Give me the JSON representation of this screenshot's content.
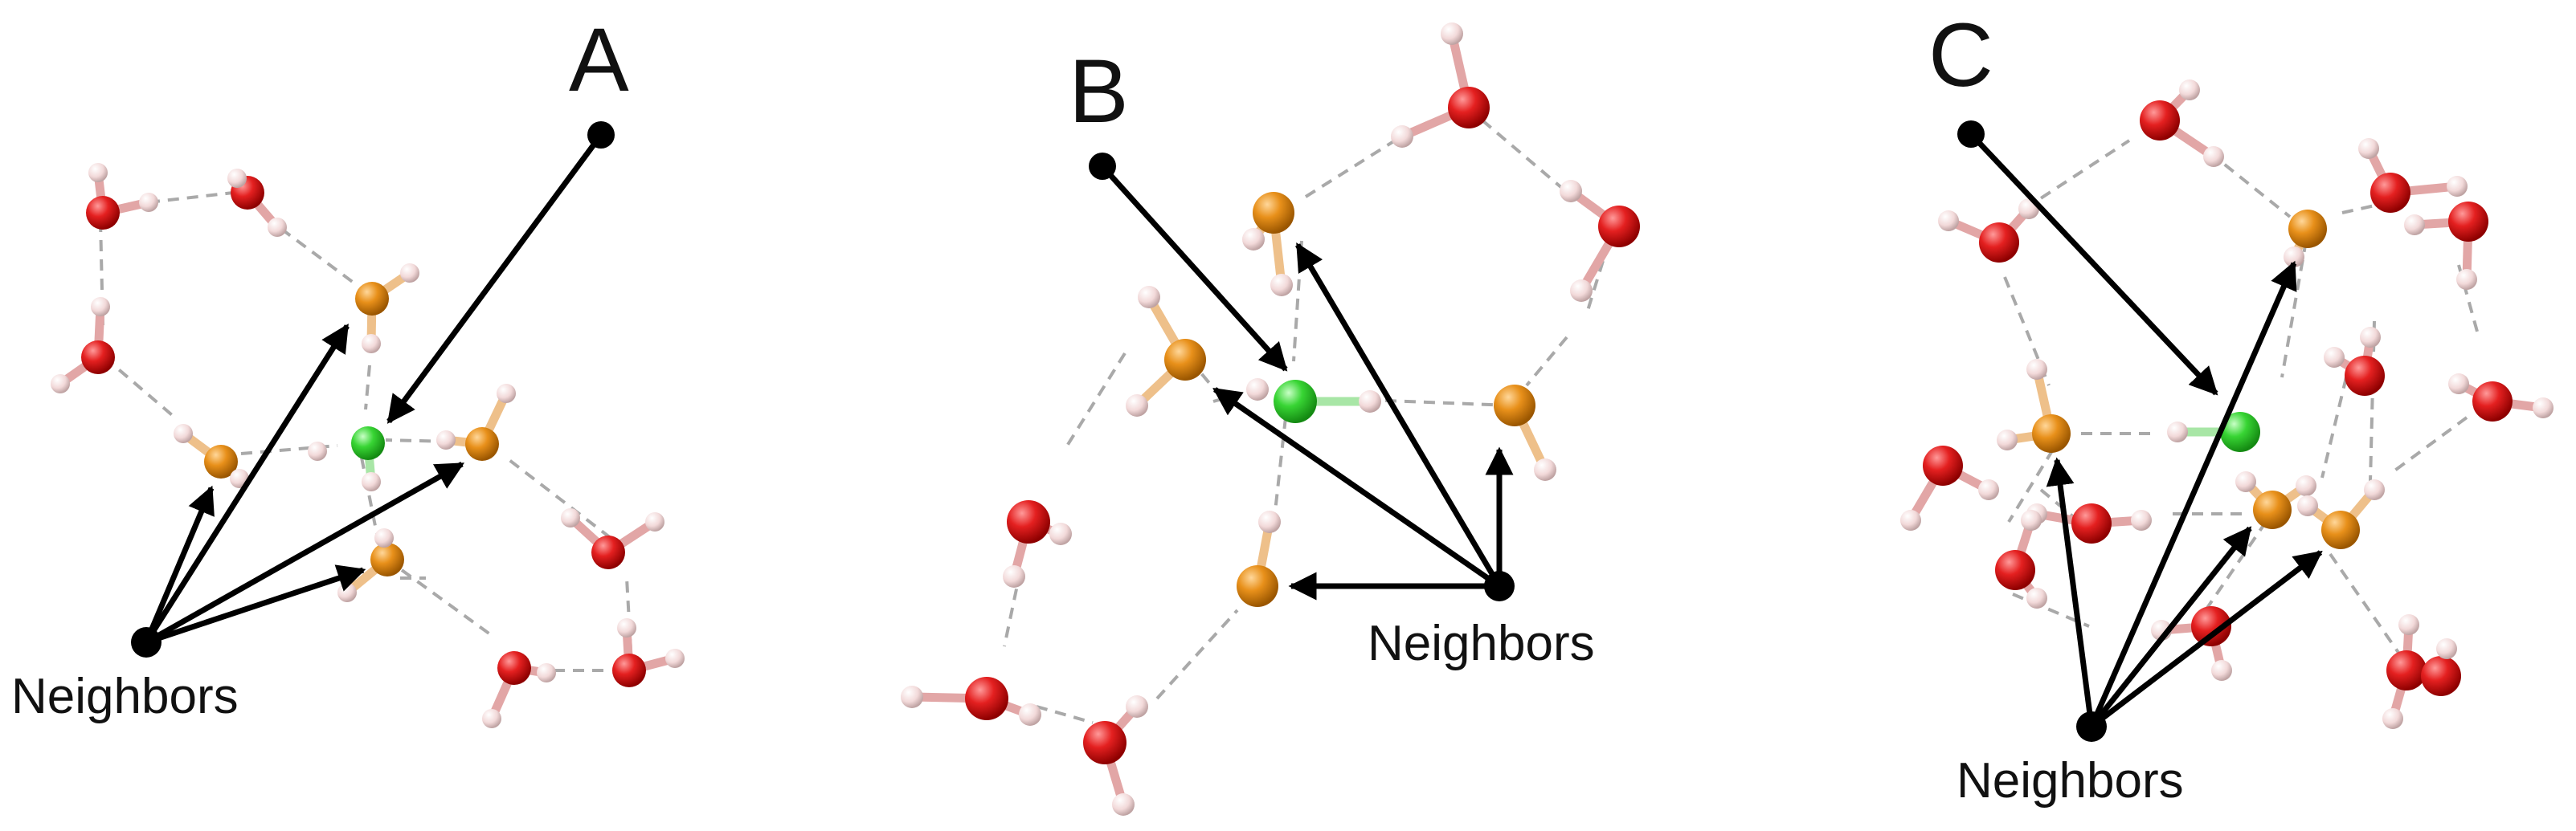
{
  "panels": [
    {
      "letter": "A",
      "neighbors_label": "Neighbors"
    },
    {
      "letter": "B",
      "neighbors_label": "Neighbors"
    },
    {
      "letter": "C",
      "neighbors_label": "Neighbors"
    }
  ],
  "colors": {
    "water_oxygen": "#d81818",
    "neighbor_oxygen": "#e68a16",
    "central_ion": "#31cf2e",
    "hydrogen": "#f3dada",
    "hydrogen_bond": "#a9a9a9",
    "arrow": "#000000"
  }
}
